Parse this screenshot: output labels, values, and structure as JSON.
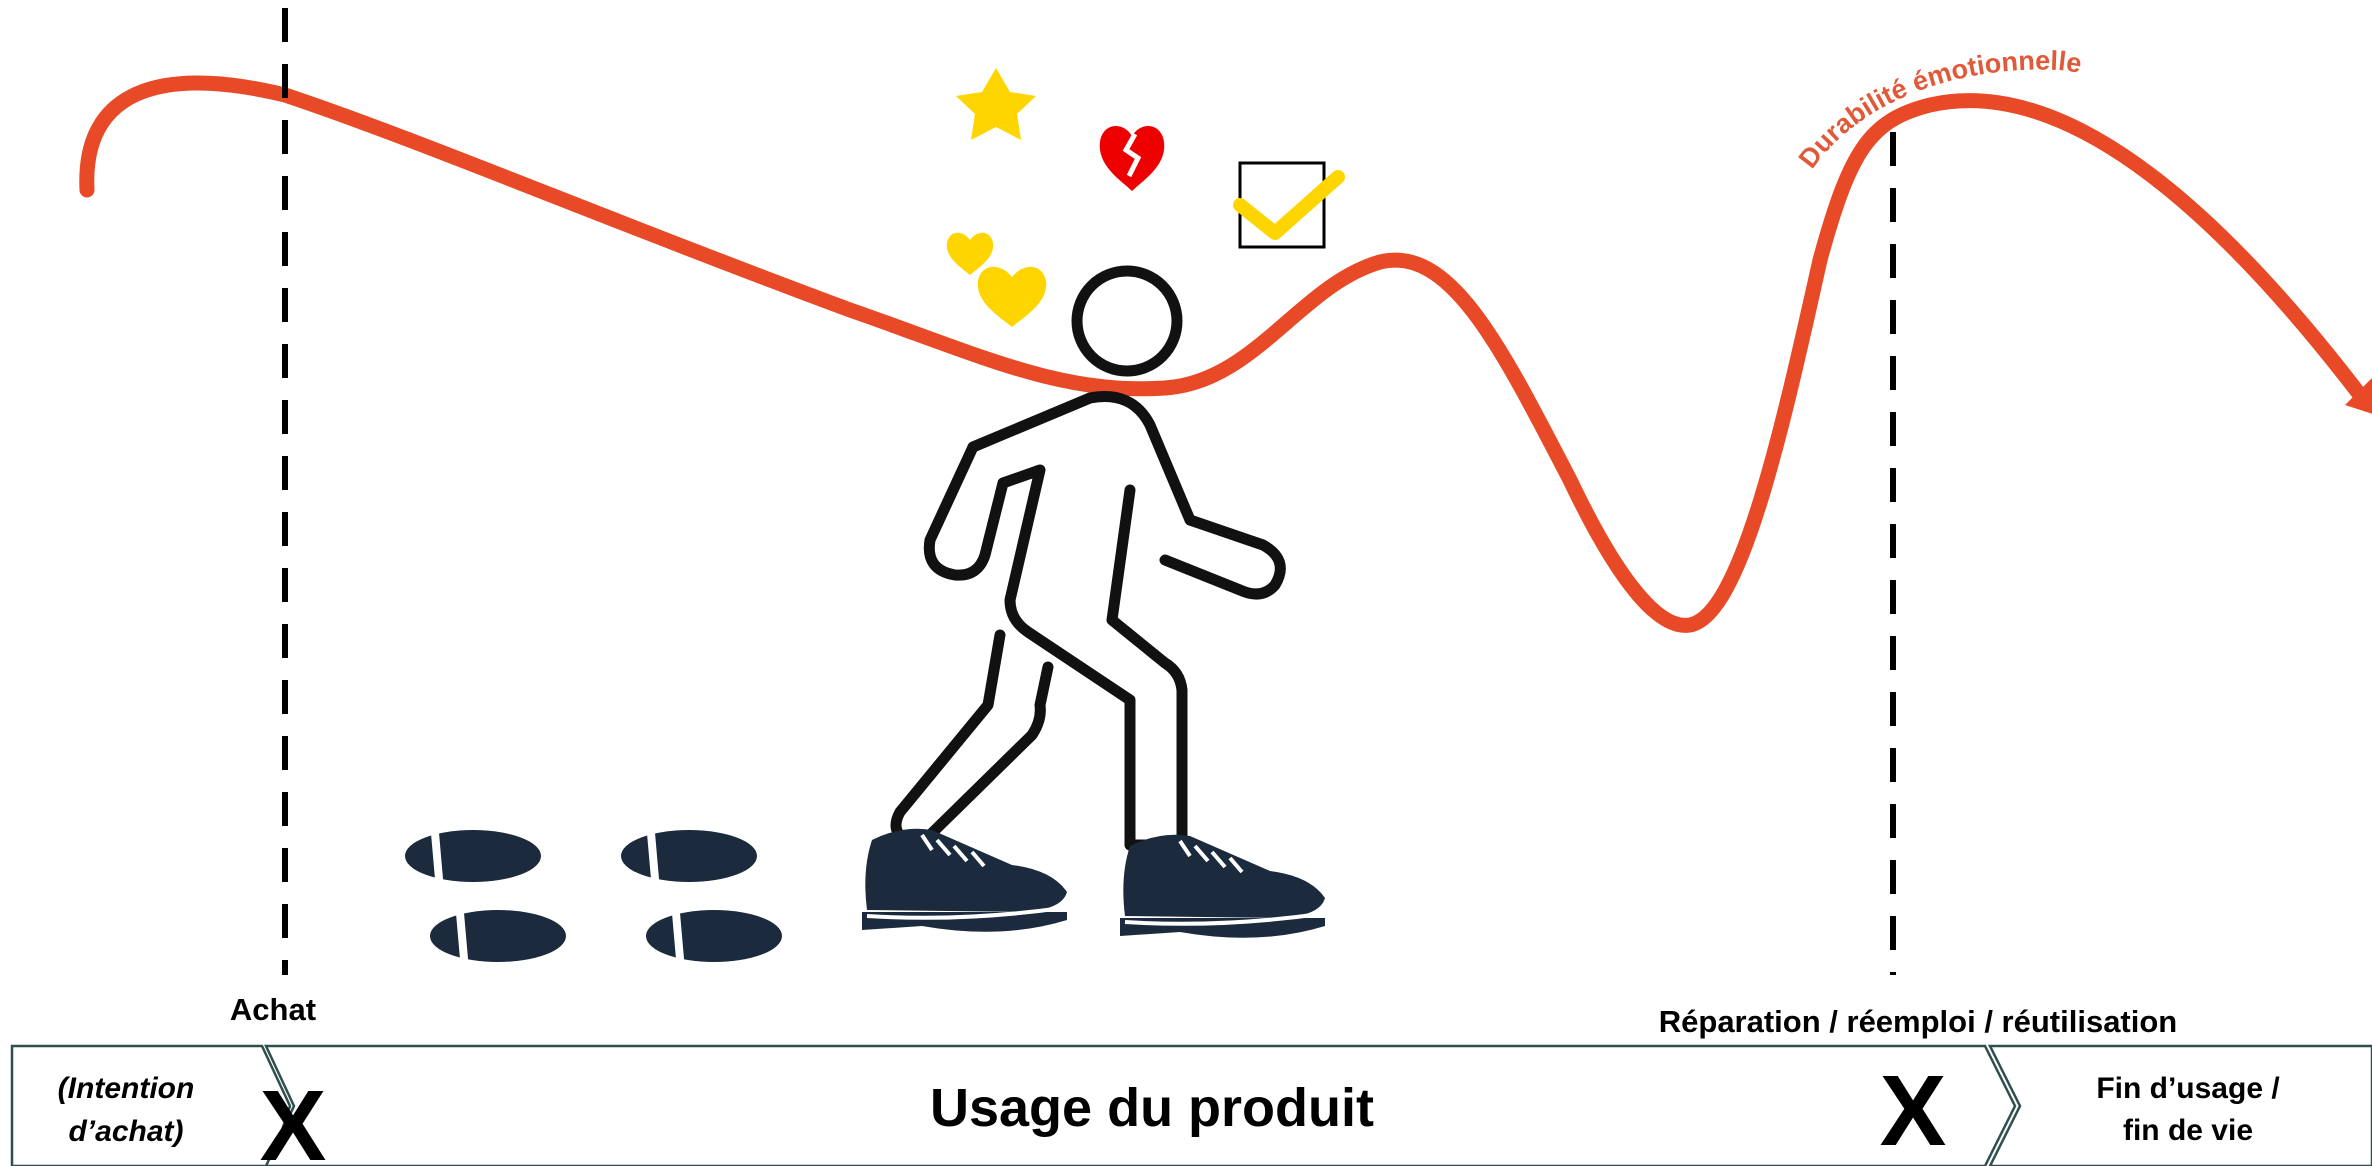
{
  "title": "",
  "curve_label": "Durabilité émotionnelle",
  "markers": {
    "purchase_label": "Achat",
    "repair_label": "Réparation / réemploi / réutilisation"
  },
  "timeline": {
    "stages": [
      {
        "line1": "(Intention",
        "line2": "d’achat)"
      },
      {
        "text": "Usage du produit"
      },
      {
        "line1": "Fin d’usage /",
        "line2": "fin de vie"
      }
    ],
    "cross_mark": "X"
  },
  "icons": {
    "star": "star-icon",
    "broken_heart": "broken-heart-icon",
    "checkbox": "checkbox-check-icon",
    "hearts": "hearts-icon",
    "walker": "walking-person-icon",
    "footprints": "footprints-icon",
    "shoes": "shoe-icon"
  },
  "colors": {
    "curve": "#e84a27",
    "curve_label": "#e05a3a",
    "accent_yellow": "#ffd500",
    "broken_heart": "#ef0000",
    "navy": "#1b2a3d",
    "timeline_border": "#2f4f4f",
    "ink": "#000000"
  }
}
